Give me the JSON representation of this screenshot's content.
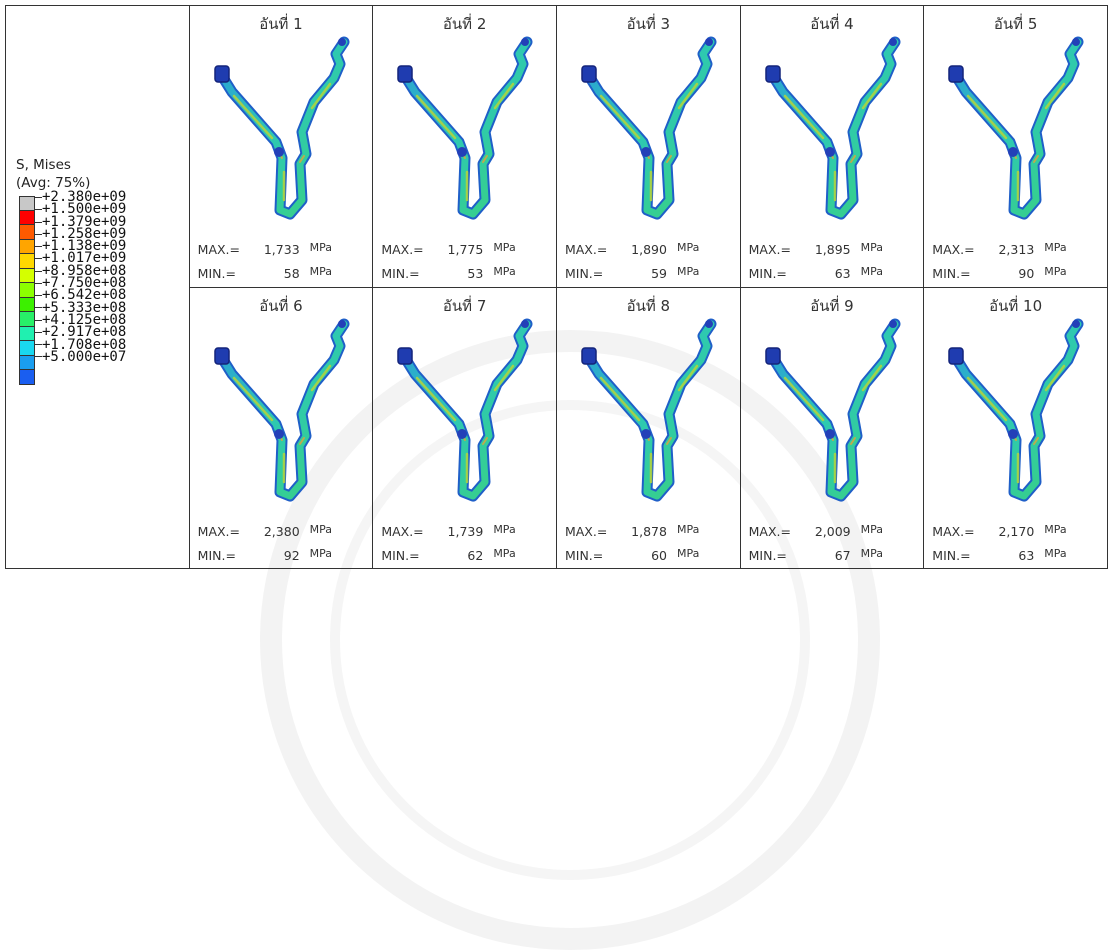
{
  "legend": {
    "title_line1": "S, Mises",
    "title_line2": "(Avg: 75%)",
    "levels": [
      "+2.380e+09",
      "+1.500e+09",
      "+1.379e+09",
      "+1.258e+09",
      "+1.138e+09",
      "+1.017e+09",
      "+8.958e+08",
      "+7.750e+08",
      "+6.542e+08",
      "+5.333e+08",
      "+4.125e+08",
      "+2.917e+08",
      "+1.708e+08",
      "+5.000e+07"
    ],
    "colors": [
      "#c8c8c8",
      "#ff0000",
      "#ff5a00",
      "#ffa500",
      "#ffd800",
      "#d4ff00",
      "#8cff00",
      "#3cf000",
      "#28f068",
      "#20f0b0",
      "#1ad8f0",
      "#1a9ef0",
      "#1a5ef0",
      "#2020ff"
    ]
  },
  "stat_labels": {
    "max": "MAX.=",
    "min": "MIN.=",
    "unit": "MPa"
  },
  "cells": [
    {
      "title": "อันที่ 1",
      "max": "1,733",
      "min": "58"
    },
    {
      "title": "อันที่ 2",
      "max": "1,775",
      "min": "53"
    },
    {
      "title": "อันที่ 3",
      "max": "1,890",
      "min": "59"
    },
    {
      "title": "อันที่ 4",
      "max": "1,895",
      "min": "63"
    },
    {
      "title": "อันที่ 5",
      "max": "2,313",
      "min": "90"
    },
    {
      "title": "อันที่ 6",
      "max": "2,380",
      "min": "92"
    },
    {
      "title": "อันที่ 7",
      "max": "1,739",
      "min": "62"
    },
    {
      "title": "อันที่ 8",
      "max": "1,878",
      "min": "60"
    },
    {
      "title": "อันที่ 9",
      "max": "2,009",
      "min": "67"
    },
    {
      "title": "อันที่ 10",
      "max": "2,170",
      "min": "63"
    }
  ]
}
